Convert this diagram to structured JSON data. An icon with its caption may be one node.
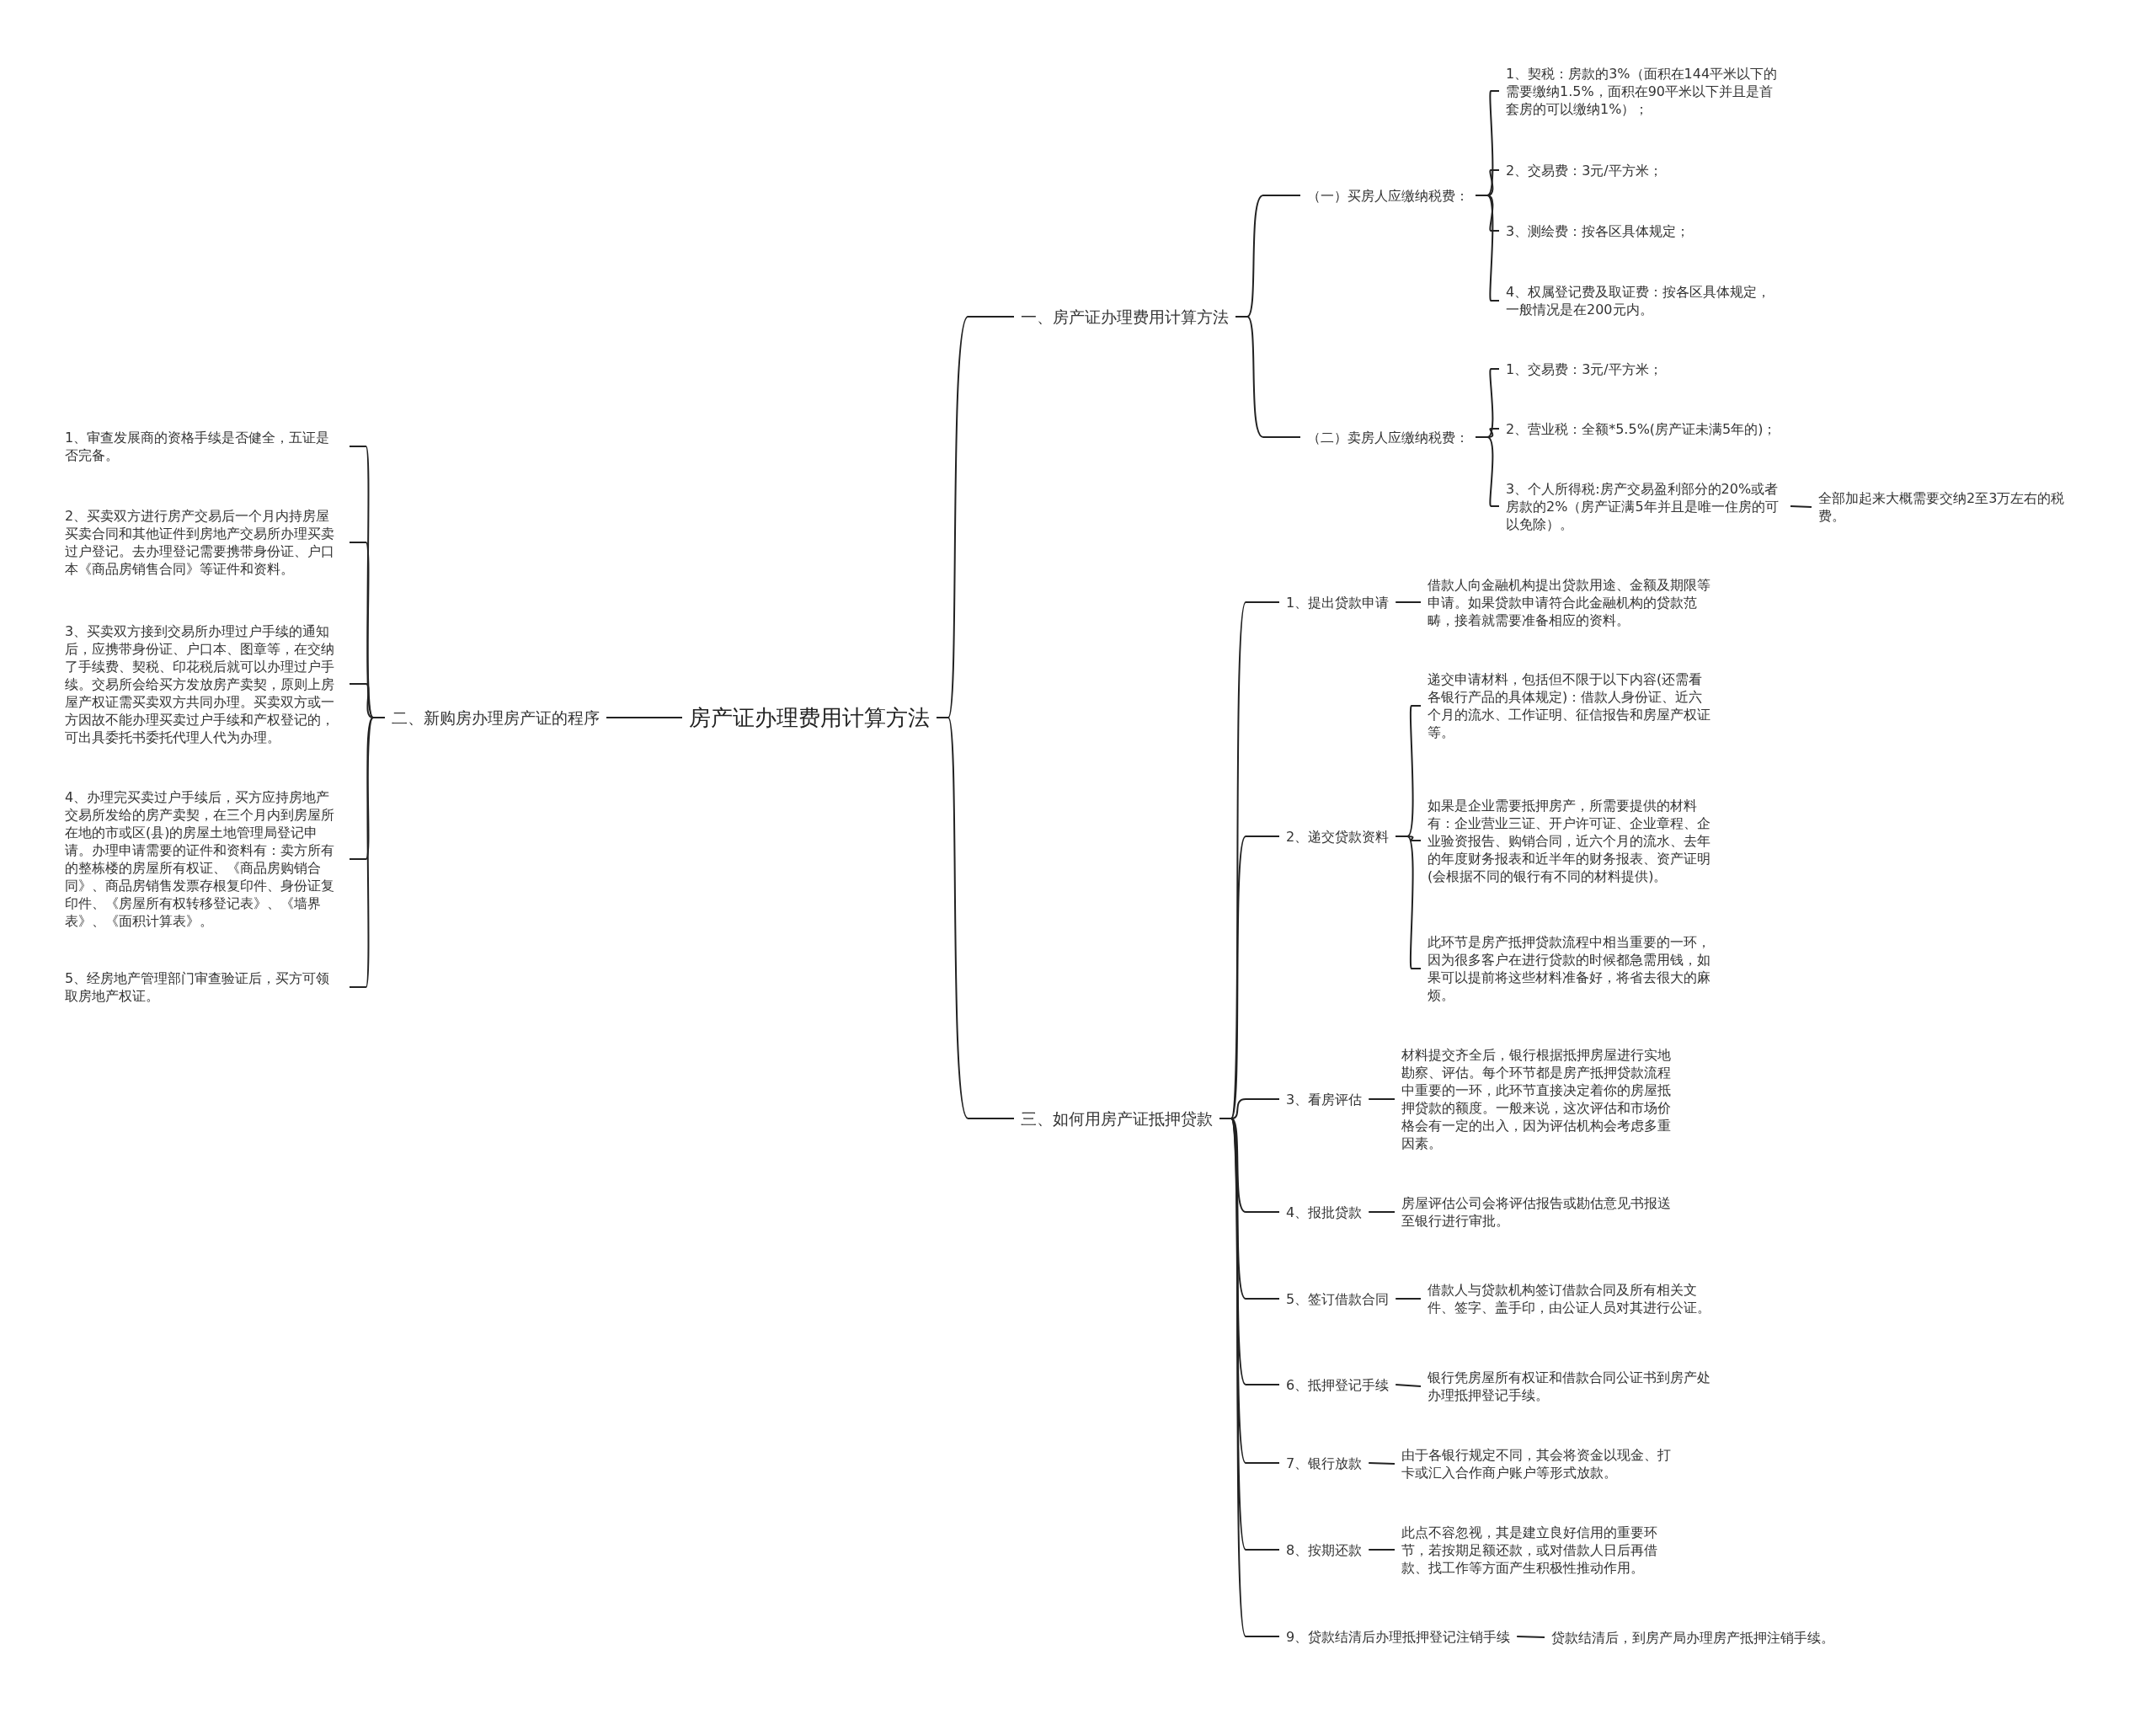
{
  "diagram": {
    "nodes": [
      {
        "text": [
          "房产证办理费用计算方法"
        ]
      },
      {
        "text": [
          "一、房产证办理费用计算方法"
        ]
      },
      {
        "text": [
          "（一）买房人应缴纳税费："
        ]
      },
      {
        "text": [
          "1、契税：房款的3%（面积在144平米以下的需要缴纳1.5%，面积在90平米以下并且是首套房的可以缴纳1%）；"
        ]
      },
      {
        "text": [
          "2、交易费：3元/平方米；"
        ]
      },
      {
        "text": [
          "3、测绘费：按各区具体规定；"
        ]
      },
      {
        "text": [
          "4、权属登记费及取证费：按各区具体规定，一般情况是在200元内。"
        ]
      },
      {
        "text": [
          "（二）卖房人应缴纳税费："
        ]
      },
      {
        "text": [
          "1、交易费：3元/平方米；"
        ]
      },
      {
        "text": [
          "2、营业税：全额*5.5%(房产证未满5年的)；"
        ]
      },
      {
        "text": [
          "3、个人所得税:房产交易盈利部分的20%或者房款的2%（房产证满5年并且是唯一住房的可以免除）。"
        ]
      },
      {
        "text": [
          "全部加起来大概需要交纳2至3万左右的税费。"
        ]
      },
      {
        "text": [
          "三、如何用房产证抵押贷款"
        ]
      },
      {
        "text": [
          "1、提出贷款申请"
        ]
      },
      {
        "text": [
          "借款人向金融机构提出贷款用途、金额及期限等申请。如果贷款申请符合此金融机构的贷款范畴，接着就需要准备相应的资料。"
        ]
      },
      {
        "text": [
          "2、递交贷款资料"
        ]
      },
      {
        "text": [
          "递交申请材料，包括但不限于以下内容(还需看各银行产品的具体规定)：借款人身份证、近六个月的流水、工作证明、征信报告和房屋产权证等。"
        ]
      },
      {
        "text": [
          "如果是企业需要抵押房产，所需要提供的材料有：企业营业三证、开户许可证、企业章程、企业验资报告、购销合同，近六个月的流水、去年的年度财务报表和近半年的财务报表、资产证明(会根据不同的银行有不同的材料提供)。"
        ]
      },
      {
        "text": [
          "此环节是房产抵押贷款流程中相当重要的一环，因为很多客户在进行贷款的时候都急需用钱，如果可以提前将这些材料准备好，将省去很大的麻烦。"
        ]
      },
      {
        "text": [
          "3、看房评估"
        ]
      },
      {
        "text": [
          "材料提交齐全后，银行根据抵押房屋进行实地勘察、评估。每个环节都是房产抵押贷款流程中重要的一环，此环节直接决定着你的房屋抵押贷款的额度。一般来说，这次评估和市场价格会有一定的出入，因为评估机构会考虑多重因素。"
        ]
      },
      {
        "text": [
          "4、报批贷款"
        ]
      },
      {
        "text": [
          "房屋评估公司会将评估报告或勘估意见书报送至银行进行审批。"
        ]
      },
      {
        "text": [
          "5、签订借款合同"
        ]
      },
      {
        "text": [
          "借款人与贷款机构签订借款合同及所有相关文件、签字、盖手印，由公证人员对其进行公证。"
        ]
      },
      {
        "text": [
          "6、抵押登记手续"
        ]
      },
      {
        "text": [
          "银行凭房屋所有权证和借款合同公证书到房产处办理抵押登记手续。"
        ]
      },
      {
        "text": [
          "7、银行放款"
        ]
      },
      {
        "text": [
          "由于各银行规定不同，其会将资金以现金、打卡或汇入合作商户账户等形式放款。"
        ]
      },
      {
        "text": [
          "8、按期还款"
        ]
      },
      {
        "text": [
          "此点不容忽视，其是建立良好信用的重要环节，若按期足额还款，或对借款人日后再借款、找工作等方面产生积极性推动作用。"
        ]
      },
      {
        "text": [
          "9、贷款结清后办理抵押登记注销手续"
        ]
      },
      {
        "text": [
          "贷款结清后，到房产局办理房产抵押注销手续。"
        ]
      },
      {
        "text": [
          "二、新购房办理房产证的程序"
        ]
      },
      {
        "text": [
          "1、审查发展商的资格手续是否健全，五证是否完备。"
        ]
      },
      {
        "text": [
          "2、买卖双方进行房产交易后一个月内持房屋买卖合同和其他证件到房地产交易所办理买卖过户登记。去办理登记需要携带身份证、户口本《商品房销售合同》等证件和资料。"
        ]
      },
      {
        "text": [
          "3、买卖双方接到交易所办理过户手续的通知后，应携带身份证、户口本、图章等，在交纳了手续费、契税、印花税后就可以办理过户手续。交易所会给买方发放房产卖契，原则上房屋产权证需买卖双方共同办理。买卖双方或一方因故不能办理买卖过户手续和产权登记的，可出具委托书委托代理人代为办理。"
        ]
      },
      {
        "text": [
          "4、办理完买卖过户手续后，买方应持房地产交易所发给的房产卖契，在三个月内到房屋所在地的市或区(县)的房屋土地管理局登记申请。办理申请需要的证件和资料有：卖方所有的整栋楼的房屋所有权证、《商品房购销合同》、商品房销售发票存根复印件、身份证复印件、《房屋所有权转移登记表》、《墙界表》、《面积计算表》。"
        ]
      },
      {
        "text": [
          "5、经房地产管理部门审查验证后，买方可领取房地产权证。"
        ]
      }
    ],
    "edges": [
      {
        "from": 0,
        "to": 1,
        "arrow": "none"
      },
      {
        "from": 1,
        "to": 2,
        "arrow": "none"
      },
      {
        "from": 2,
        "to": 3,
        "arrow": "none"
      },
      {
        "from": 2,
        "to": 4,
        "arrow": "none"
      },
      {
        "from": 2,
        "to": 5,
        "arrow": "none"
      },
      {
        "from": 2,
        "to": 6,
        "arrow": "none"
      },
      {
        "from": 1,
        "to": 7,
        "arrow": "none"
      },
      {
        "from": 7,
        "to": 8,
        "arrow": "none"
      },
      {
        "from": 7,
        "to": 9,
        "arrow": "none"
      },
      {
        "from": 7,
        "to": 10,
        "arrow": "none"
      },
      {
        "from": 10,
        "to": 11,
        "arrow": "none"
      },
      {
        "from": 0,
        "to": 12,
        "arrow": "none"
      },
      {
        "from": 12,
        "to": 13,
        "arrow": "none"
      },
      {
        "from": 13,
        "to": 14,
        "arrow": "none"
      },
      {
        "from": 12,
        "to": 15,
        "arrow": "none"
      },
      {
        "from": 15,
        "to": 16,
        "arrow": "none"
      },
      {
        "from": 15,
        "to": 17,
        "arrow": "none"
      },
      {
        "from": 15,
        "to": 18,
        "arrow": "none"
      },
      {
        "from": 12,
        "to": 19,
        "arrow": "none"
      },
      {
        "from": 19,
        "to": 20,
        "arrow": "none"
      },
      {
        "from": 12,
        "to": 21,
        "arrow": "none"
      },
      {
        "from": 21,
        "to": 22,
        "arrow": "none"
      },
      {
        "from": 12,
        "to": 23,
        "arrow": "none"
      },
      {
        "from": 23,
        "to": 24,
        "arrow": "none"
      },
      {
        "from": 12,
        "to": 25,
        "arrow": "none"
      },
      {
        "from": 25,
        "to": 26,
        "arrow": "none"
      },
      {
        "from": 12,
        "to": 27,
        "arrow": "none"
      },
      {
        "from": 27,
        "to": 28,
        "arrow": "none"
      },
      {
        "from": 12,
        "to": 29,
        "arrow": "none"
      },
      {
        "from": 29,
        "to": 30,
        "arrow": "none"
      },
      {
        "from": 12,
        "to": 31,
        "arrow": "none"
      },
      {
        "from": 31,
        "to": 32,
        "arrow": "none"
      },
      {
        "from": 0,
        "to": 33,
        "arrow": "none"
      },
      {
        "from": 33,
        "to": 34,
        "arrow": "none"
      },
      {
        "from": 33,
        "to": 35,
        "arrow": "none"
      },
      {
        "from": 33,
        "to": 36,
        "arrow": "none"
      },
      {
        "from": 33,
        "to": 37,
        "arrow": "none"
      },
      {
        "from": 33,
        "to": 38,
        "arrow": "none"
      }
    ]
  }
}
